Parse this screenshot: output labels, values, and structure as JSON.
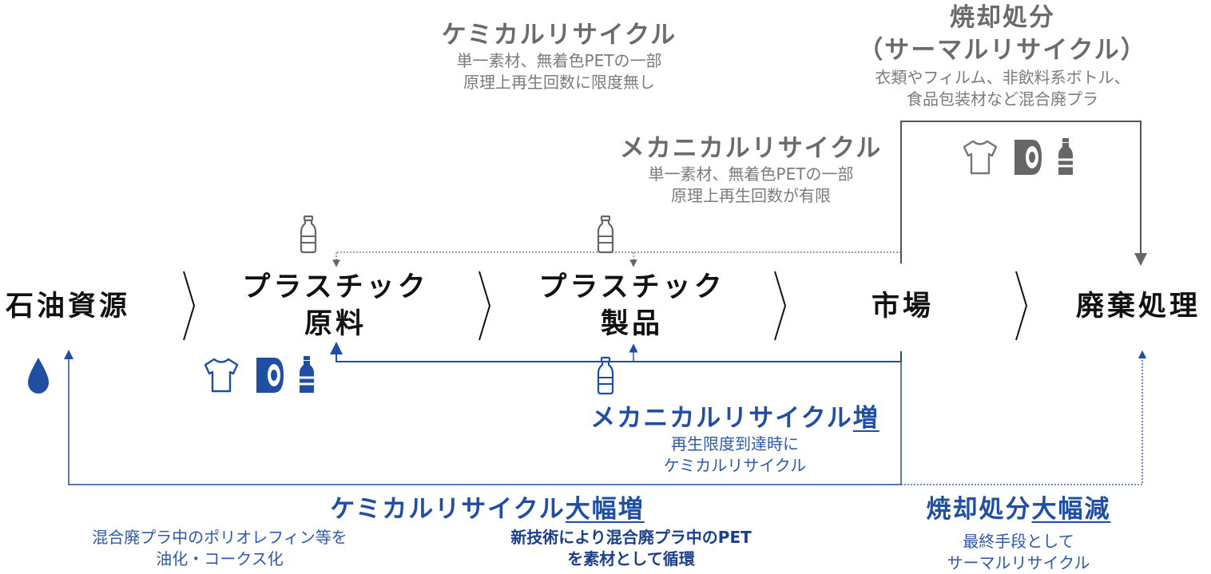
{
  "stages": {
    "oil": "石油資源",
    "raw_1": "プラスチック",
    "raw_2": "原料",
    "product_1": "プラスチック",
    "product_2": "製品",
    "market": "市場",
    "disposal": "廃棄処理"
  },
  "chemical_top": {
    "title": "ケミカルリサイクル",
    "line1": "単一素材、無着色PETの一部",
    "line2": "原理上再生回数に限度無し"
  },
  "mechanical_top": {
    "title": "メカニカルリサイクル",
    "line1": "単一素材、無着色PETの一部",
    "line2": "原理上再生回数が有限"
  },
  "incineration_top": {
    "title_1": "焼却処分",
    "title_2": "（サーマルリサイクル）",
    "line1": "衣類やフィルム、非飲料系ボトル、",
    "line2": "食品包装材など混合廃プラ"
  },
  "mechanical_increase": {
    "title_main": "メカニカルリサイクル",
    "title_emph": "増",
    "line1": "再生限度到達時に",
    "line2": "ケミカルリサイクル"
  },
  "chemical_increase": {
    "title_main": "ケミカルリサイクル",
    "title_emph": "大幅増",
    "left_line1": "混合廃プラ中のポリオレフィン等を",
    "left_line2": "油化・コークス化",
    "mid_line1": "新技術により混合廃プラ中のPET",
    "mid_line2": "を素材として循環"
  },
  "incineration_decrease": {
    "title_main": "焼却処分",
    "title_emph": "大幅減",
    "line1": "最終手段として",
    "line2": "サーマルリサイクル"
  },
  "colors": {
    "blue": "#1f4ea3",
    "gray": "#6b6b6b",
    "dark_gray": "#555555",
    "black": "#111111"
  },
  "icons": [
    "oil-drop-icon",
    "tshirt-icon",
    "film-roll-icon",
    "bottle-icon"
  ]
}
